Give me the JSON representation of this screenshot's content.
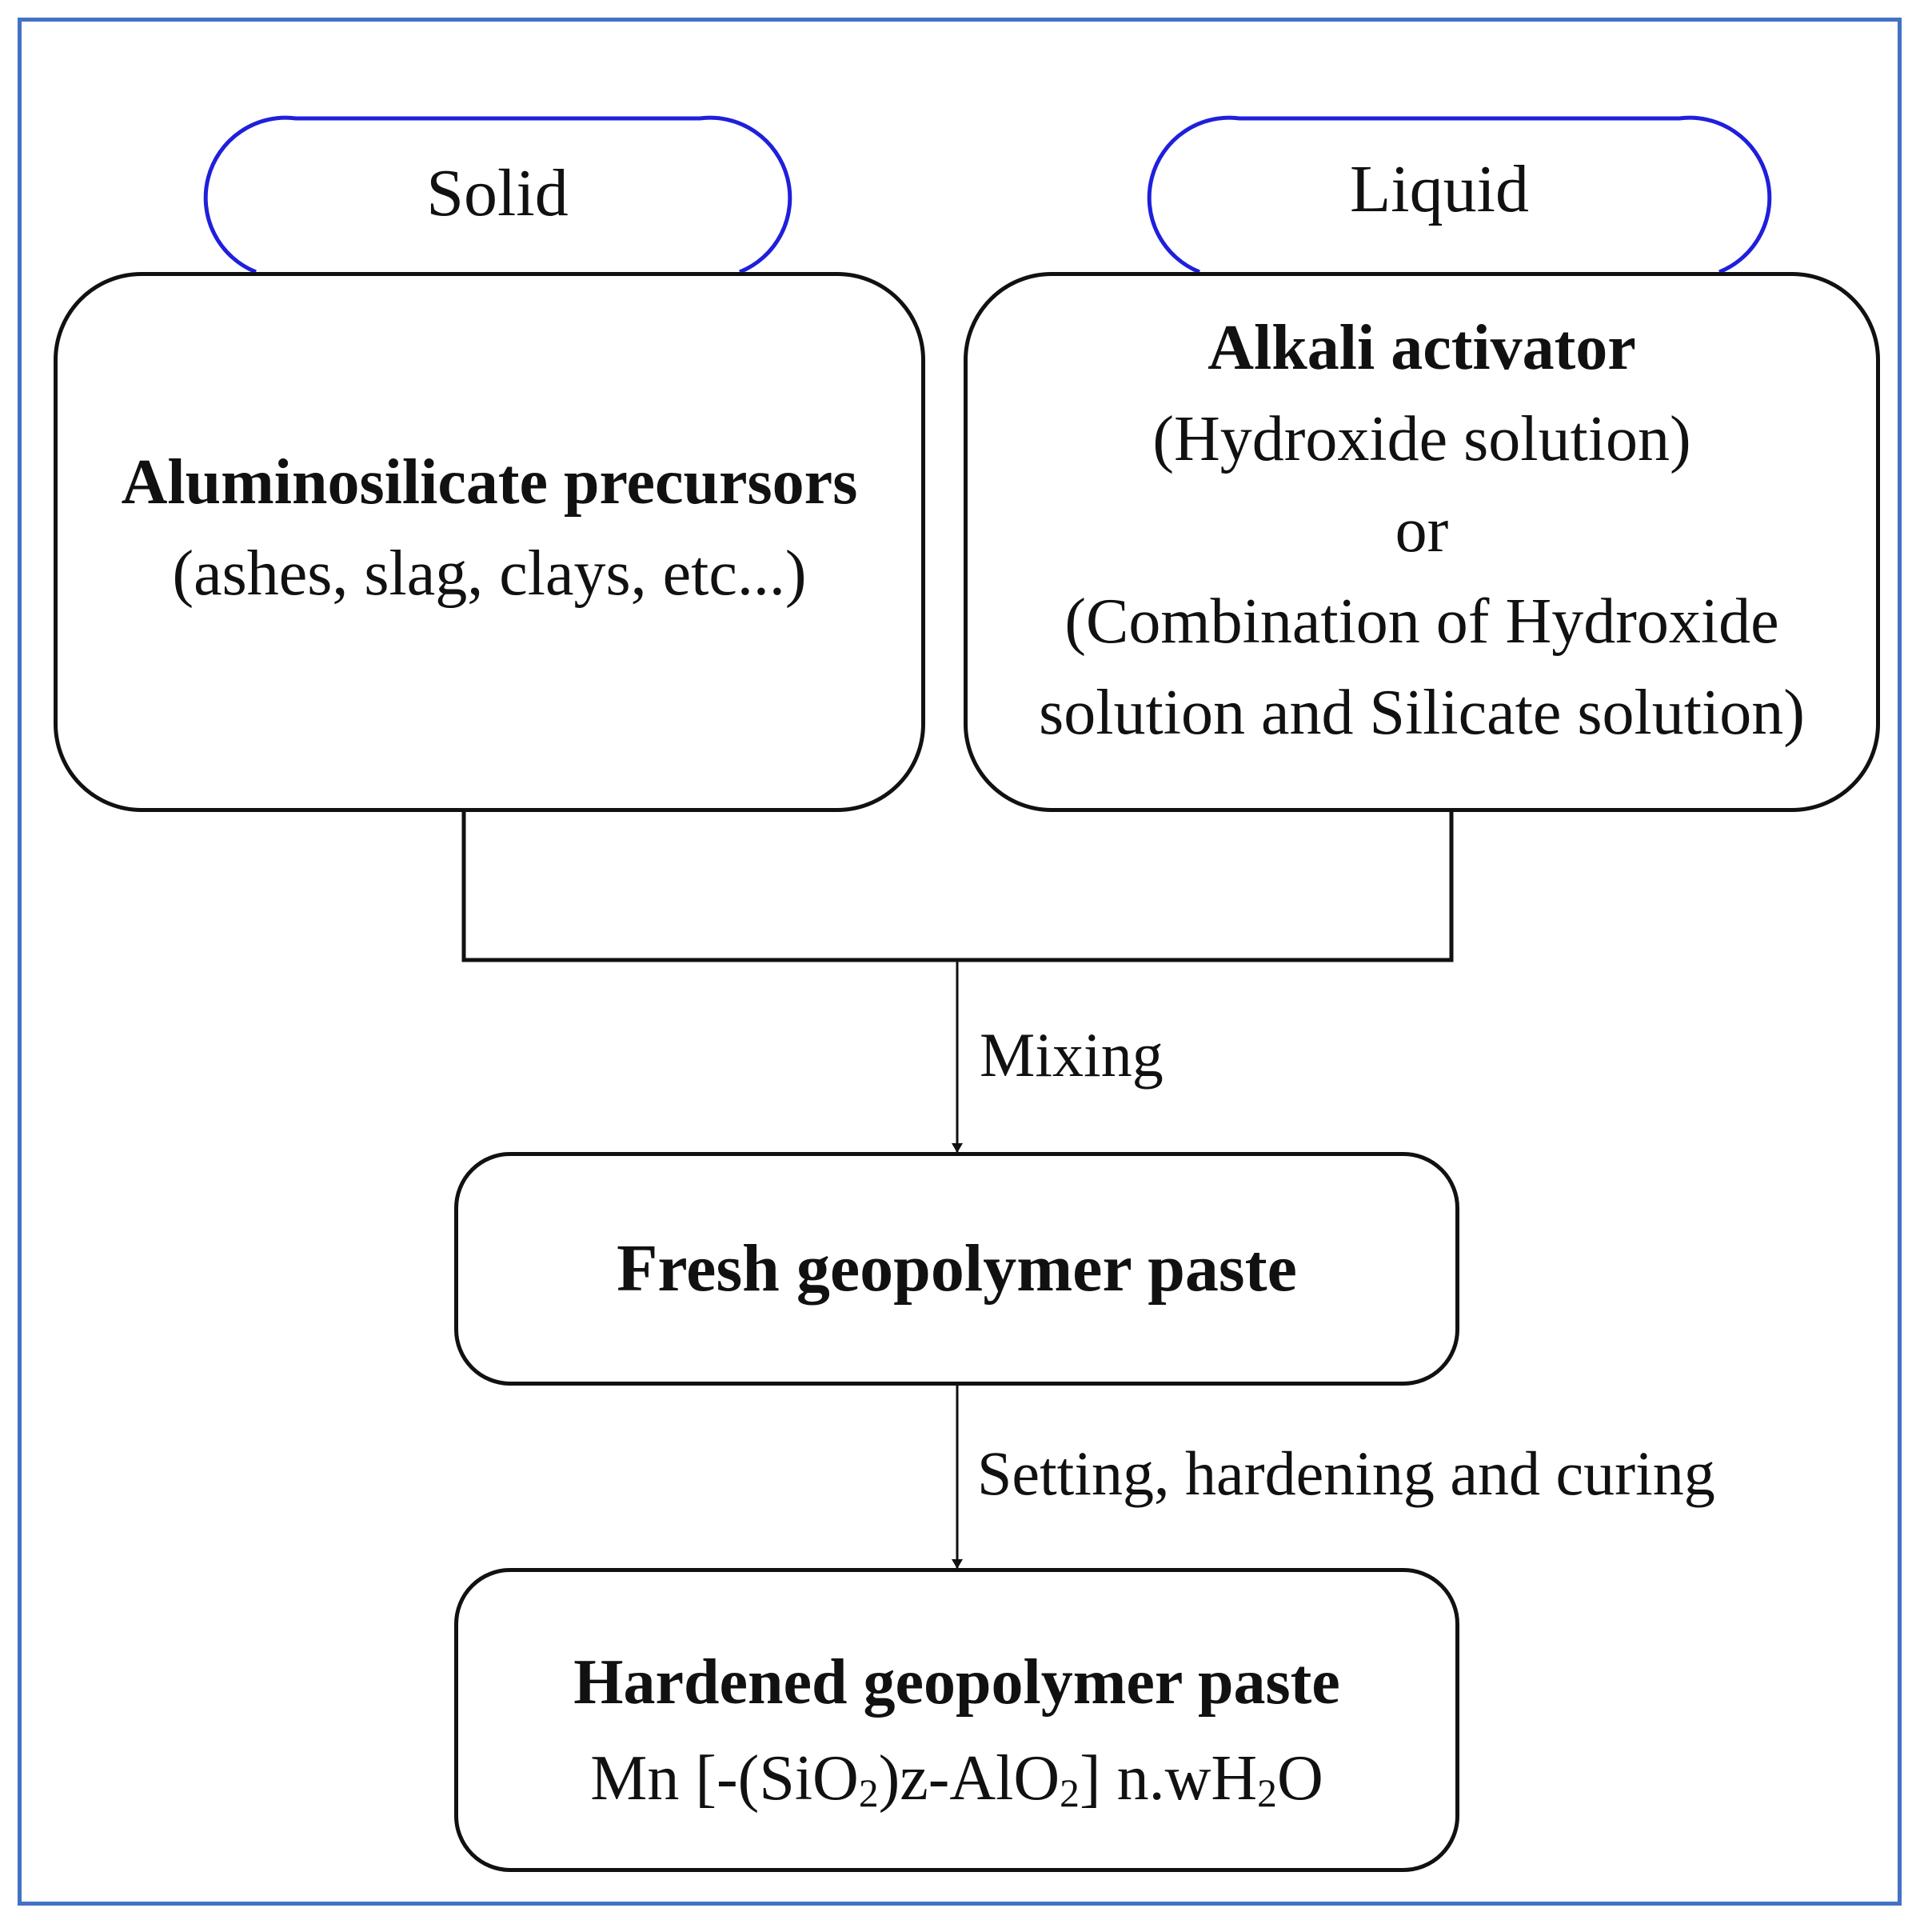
{
  "diagram": {
    "solid_label": "Solid",
    "liquid_label": "Liquid",
    "precursor_box": {
      "title": "Aluminosilicate precursors",
      "subtitle": "(ashes, slag, clays, etc...)"
    },
    "activator_box": {
      "title": "Alkali activator",
      "line1": "(Hydroxide solution)",
      "line2": "or",
      "line3": "(Combination of Hydroxide",
      "line4": "solution and Silicate solution)"
    },
    "mixing_label": "Mixing",
    "fresh_box": {
      "title": "Fresh geopolymer paste"
    },
    "curing_label": "Setting, hardening and curing",
    "hardened_box": {
      "title": "Hardened geopolymer paste",
      "formula": {
        "part1": "Mn [-(SiO",
        "sub1": "2",
        "part2": ")z-AlO",
        "sub2": "2",
        "part3": "] n.wH",
        "sub3": "2",
        "part4": "O"
      }
    }
  },
  "colors": {
    "frame": "#4472c4",
    "pill_outline": "#1f1fdc",
    "box_outline": "#111111",
    "connector": "#111111"
  }
}
